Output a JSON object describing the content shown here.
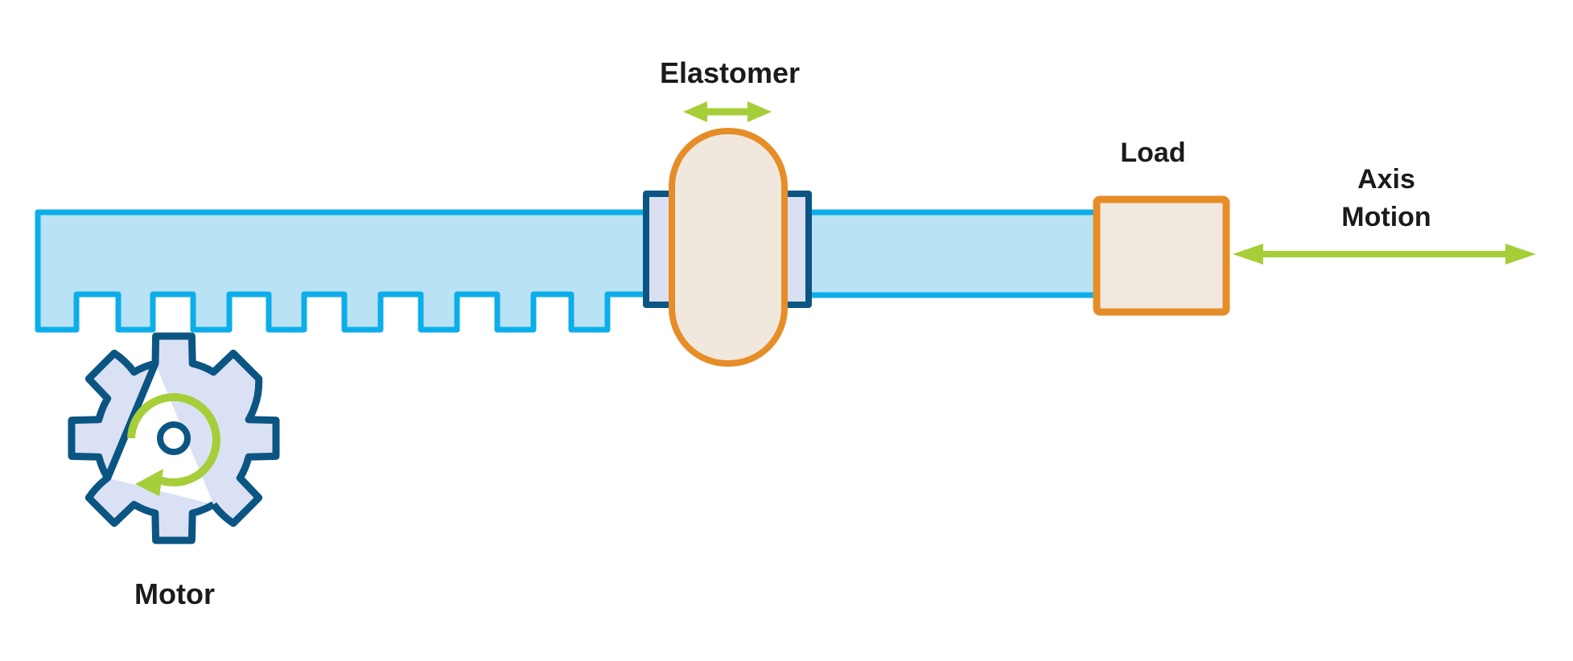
{
  "diagram": {
    "labels": {
      "elastomer": "Elastomer",
      "load": "Load",
      "axis_line1": "Axis",
      "axis_line2": "Motion",
      "motor": "Motor"
    },
    "icons": {
      "motor": "gear-icon",
      "rotation": "rotation-clockwise-arrow-icon",
      "elastomer_arrow": "horizontal-double-arrow-icon",
      "axis_motion_arrow": "horizontal-double-arrow-icon"
    },
    "colors": {
      "background": "#ffffff",
      "rack_fill": "#b9e2f5",
      "rack_stroke": "#0caee9",
      "bracket_fill": "#dadff2",
      "bracket_stroke": "#0b5583",
      "elastomer_fill": "#f1e8dd",
      "elastomer_stroke": "#e78d27",
      "load_fill": "#f1e8df",
      "load_stroke": "#e78d27",
      "gear_fill": "#dbe1f4",
      "gear_stroke": "#0b5583",
      "arrow_green": "#a6ce39",
      "label_text": "#1b1b1b"
    }
  }
}
